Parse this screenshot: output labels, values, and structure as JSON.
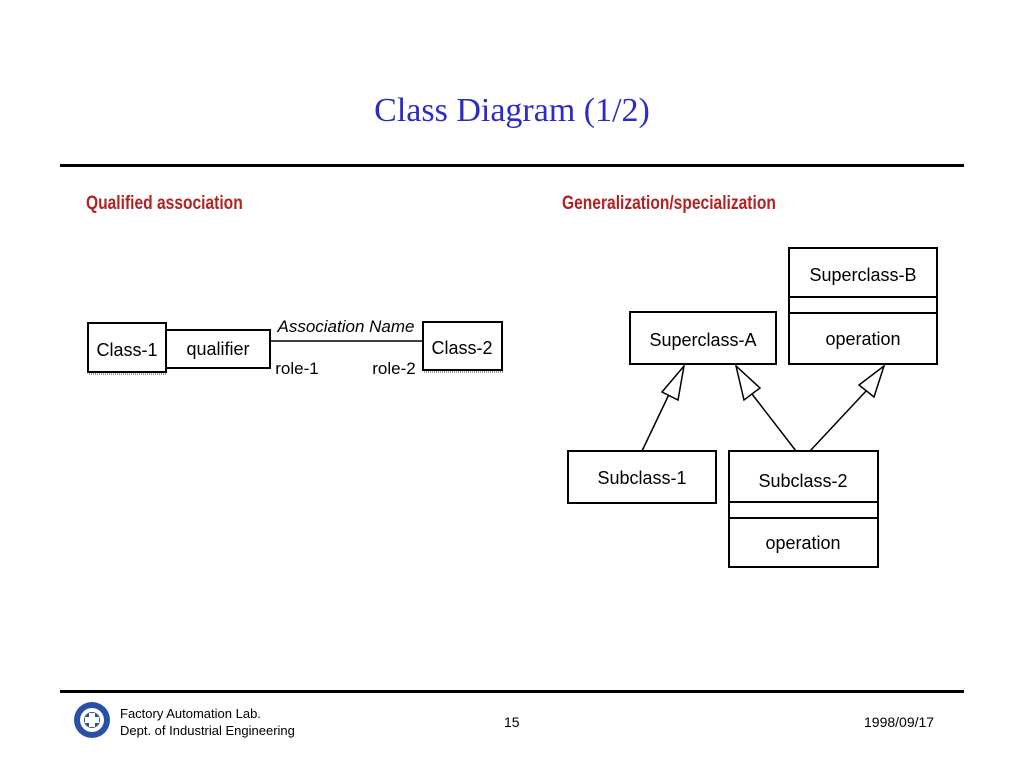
{
  "slide": {
    "title": "Class Diagram (1/2)",
    "left_heading": "Qualified association",
    "right_heading": "Generalization/specialization"
  },
  "qualified": {
    "class1": "Class-1",
    "qualifier": "qualifier",
    "association": "Association Name",
    "role1": "role-1",
    "role2": "role-2",
    "class2": "Class-2"
  },
  "generalization": {
    "superA": "Superclass-A",
    "superB": "Superclass-B",
    "superB_op": "operation",
    "sub1": "Subclass-1",
    "sub2": "Subclass-2",
    "sub2_op": "operation"
  },
  "footer": {
    "line1": "Factory Automation Lab.",
    "line2": "Dept. of Industrial Engineering",
    "page": "15",
    "date": "1998/09/17"
  },
  "colors": {
    "title": "#2b2bc8",
    "heading": "#b32222",
    "logo": "#2a4fa8"
  }
}
